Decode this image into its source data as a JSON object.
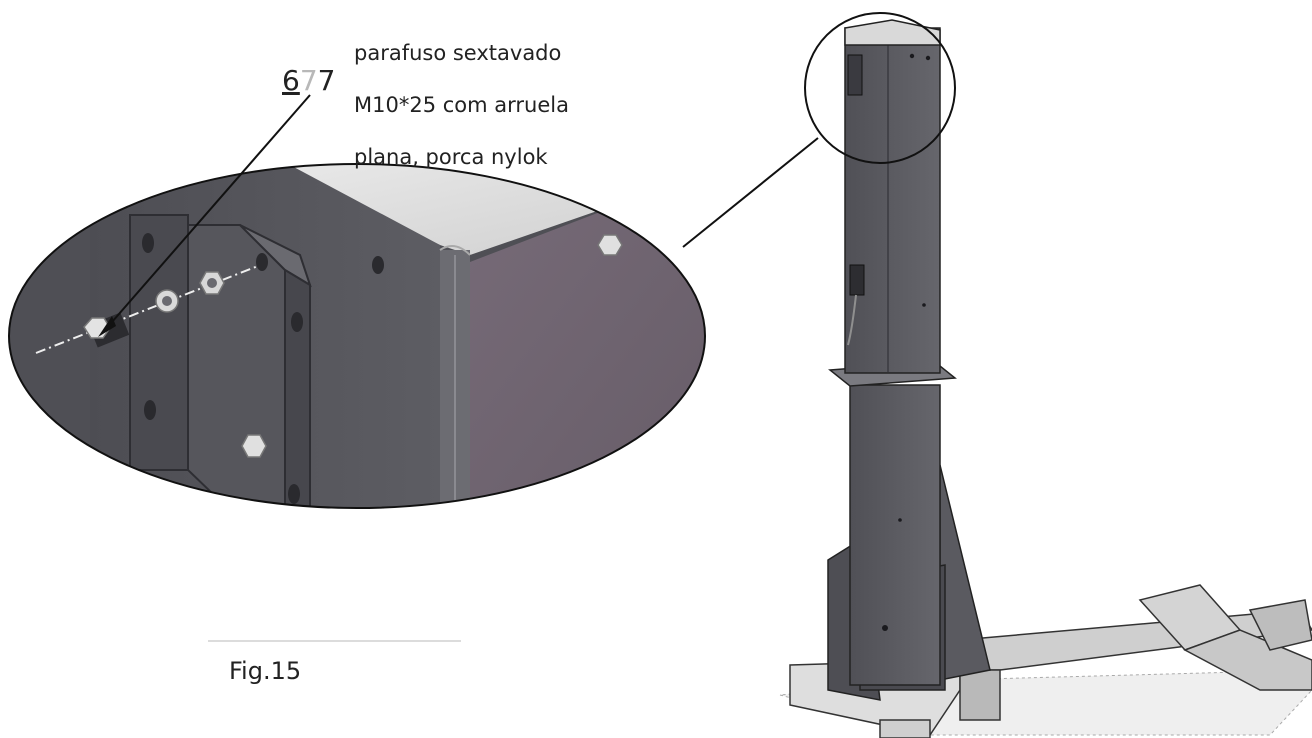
{
  "callout": {
    "lines": [
      "parafuso sextavado",
      "M10*25 com arruela",
      "plana, porca nylok"
    ],
    "number_digits": [
      "6",
      "7",
      "7"
    ]
  },
  "figure": {
    "label": "Fig.15"
  },
  "colors": {
    "steel": "#5a5a60",
    "steel_dark": "#3e3e44",
    "panel_purple": "#6f6470",
    "cap_light": "#dcdcdc"
  },
  "icons": [
    "hex-bolt-icon",
    "washer-icon",
    "nylok-nut-icon"
  ]
}
